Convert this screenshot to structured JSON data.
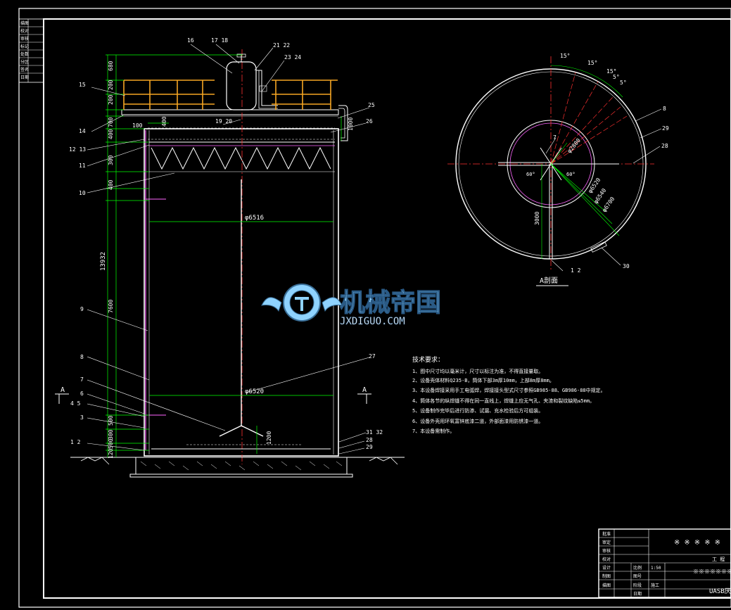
{
  "colors": {
    "background": "#000000",
    "outline": "#ffffff",
    "dimension": "#00ff00",
    "railing": "#f5a623",
    "centerline": "#ff3030",
    "pipe": "#ff66ff",
    "watermark": "#8fd3ff"
  },
  "elevation": {
    "dims_left": [
      "680",
      "200",
      "200",
      "700",
      "400",
      "300",
      "400",
      "7600",
      "500",
      "300",
      "500",
      "120"
    ],
    "dim_total": "13932",
    "dims_inner": [
      "100",
      "400",
      "1000"
    ],
    "diameter_top": "φ6516",
    "diameter_mid": "φ6520",
    "mixer_height": "1200",
    "section_marker": "A",
    "callouts_left": [
      "15",
      "14",
      "12  13",
      "11",
      "10",
      "9",
      "8",
      "7",
      "6",
      "4   5",
      "3",
      "1   2"
    ],
    "callouts_top": [
      "16",
      "17  18",
      "21  22",
      "23  24",
      "19  20"
    ],
    "callouts_right": [
      "25",
      "26",
      "27",
      "31  32",
      "28",
      "29"
    ]
  },
  "section": {
    "title": "A剖面",
    "angles": [
      "15°",
      "15°",
      "15°",
      "5°",
      "5°"
    ],
    "callouts": [
      "8",
      "29",
      "28",
      "30",
      "1   2",
      "7"
    ],
    "diameters": [
      "φ6520",
      "φ6540",
      "φ6700",
      "φ2800"
    ],
    "dim_3000": "3000",
    "angle_60a": "60°",
    "angle_60b": "60°"
  },
  "notes": {
    "heading": "技术要求：",
    "items": [
      "1、图中尺寸均以毫米计，尺寸以标注为准，不得直接量取。",
      "2、设备壳体材料Q235-B，筒体下部3m厚10mm，上部8m厚8mm。",
      "3、本设备焊接采用手工电弧焊，焊接接头型式尺寸参照GB985-88、GB986-88中规定。",
      "4、筒体各节的纵焊缝不得在同一直线上，焊缝上应无气孔、夹渣和裂纹缺陷≤5mm。",
      "5、设备制作完毕后进行防渗、试漏、充水检验后方可组装。",
      "6、设备外壳用环氧富锌底漆二道，外部面漆用防锈漆一道。",
      "7、本设备需制作。"
    ]
  },
  "watermark": {
    "cn": "机械帝国",
    "en": "JXDIGUO.COM"
  },
  "stamp": [
    "描图",
    "校对",
    "审核",
    "标记",
    "处数",
    "分区",
    "签名",
    "日期"
  ],
  "title_block": {
    "rows": [
      "批准",
      "审定",
      "审核",
      "校对",
      "设计",
      "制图",
      "描图"
    ],
    "company": "※ ※ ※ ※ ※",
    "project": "工 程",
    "scale_label": "比例",
    "scale_value": "1:50",
    "design_label": "阶段",
    "stage_value": "施工",
    "drawing_no_label": "图号",
    "date_label": "日期",
    "name": "※※※※※※※ 工",
    "drawing_name": "UASB厌"
  }
}
